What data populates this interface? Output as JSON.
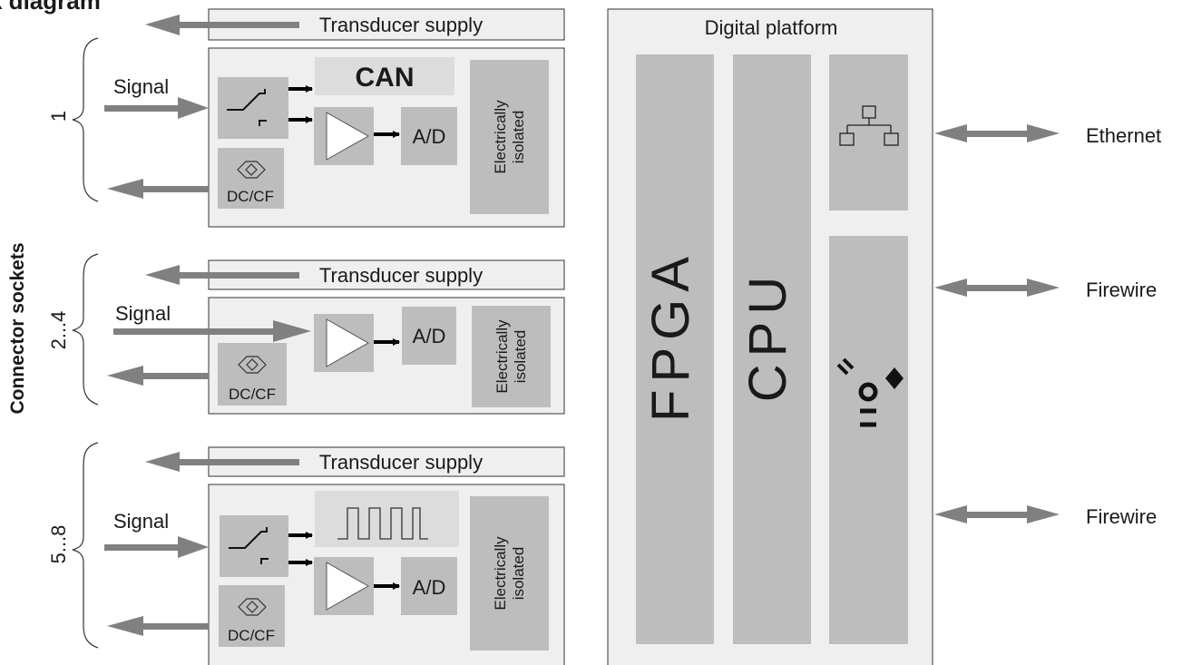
{
  "title": "k diagram",
  "left_label": "Connector sockets",
  "groups": [
    {
      "range": "1",
      "supply_label": "Transducer supply",
      "signal_label": "Signal",
      "bridge_label": "DC/CF",
      "adc_label": "A/D",
      "aux_label": "CAN",
      "isolation_label_line1": "Electrically",
      "isolation_label_line2": "isolated"
    },
    {
      "range": "2...4",
      "supply_label": "Transducer supply",
      "signal_label": "Signal",
      "bridge_label": "DC/CF",
      "adc_label": "A/D",
      "isolation_label_line1": "Electrically",
      "isolation_label_line2": "isolated"
    },
    {
      "range": "5...8",
      "supply_label": "Transducer supply",
      "signal_label": "Signal",
      "bridge_label": "DC/CF",
      "adc_label": "A/D",
      "isolation_label_line1": "Electrically",
      "isolation_label_line2": "isolated"
    }
  ],
  "platform": {
    "title": "Digital platform",
    "fpga_label": "FPGA",
    "cpu_label": "CPU"
  },
  "interfaces": [
    "Ethernet",
    "Firewire",
    "Firewire"
  ],
  "icons": {
    "switch": "switch-icon",
    "amplifier": "amplifier-icon",
    "bridge": "bridge-icon",
    "pulse": "pulse-icon",
    "network": "network-icon",
    "firewire": "firewire-icon"
  },
  "colors": {
    "box_fill": "#efefef",
    "block_fill": "#bdbdbd",
    "aux_fill": "#dcdcdc",
    "arrow": "#808080",
    "stroke": "#333333"
  }
}
